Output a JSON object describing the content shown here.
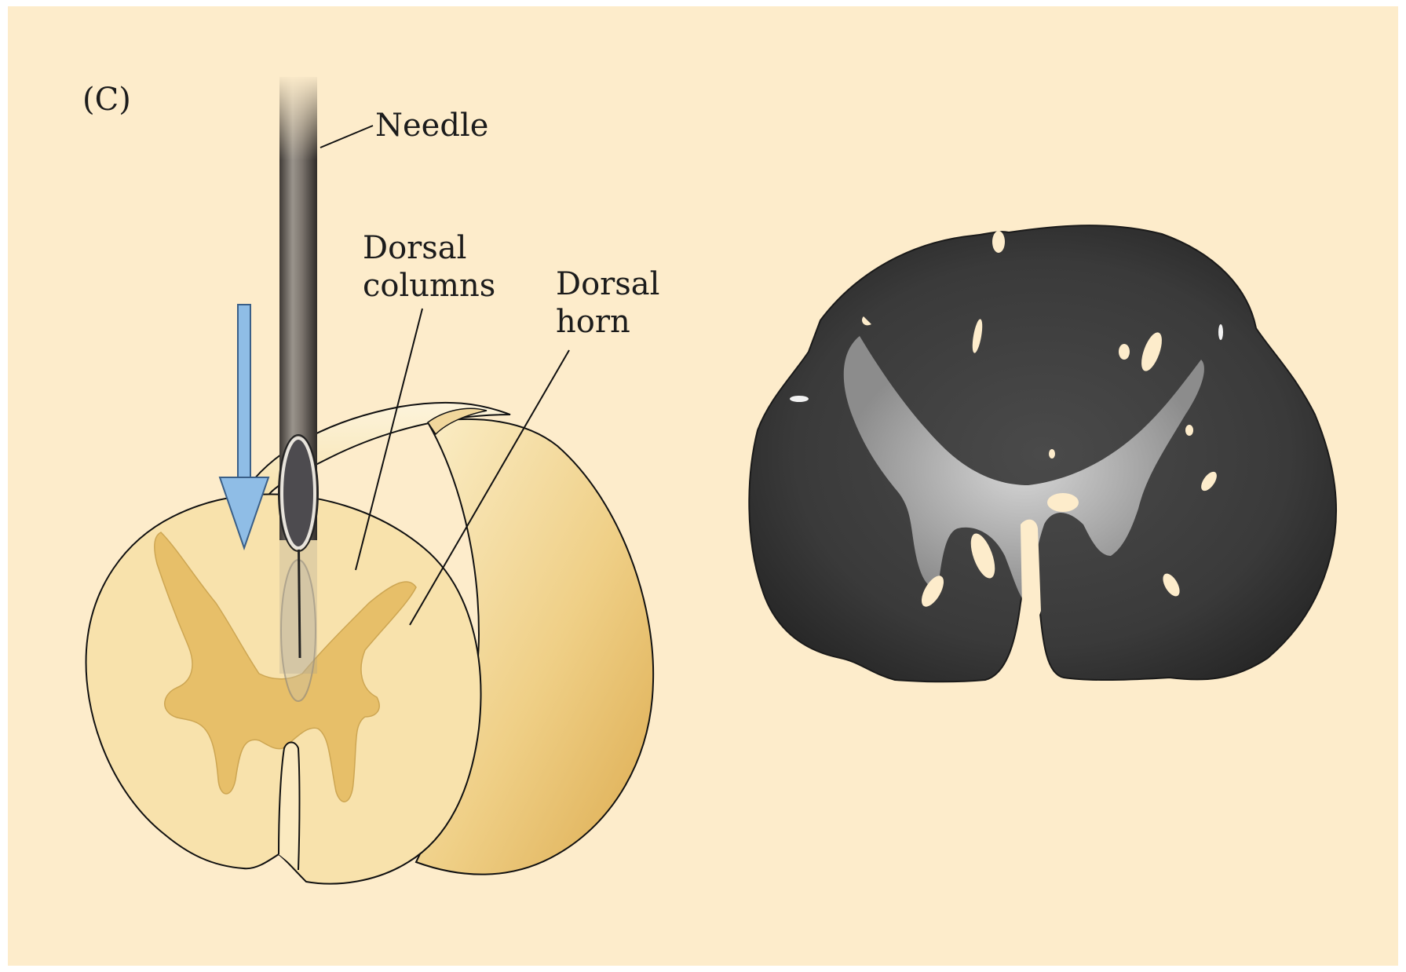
{
  "figure": {
    "panel_letter": "(C)",
    "labels": {
      "needle": "Needle",
      "dorsal_columns": "Dorsal\ncolumns",
      "dorsal_horn": "Dorsal\nhorn"
    },
    "colors": {
      "background": "#fdeccb",
      "cord_face": "#f8e2ac",
      "gray_matter": "#e6bc62",
      "cord_side": "#e5b55a",
      "arrow": "#8fbde6",
      "needle": "#6e6a66",
      "section_stain": "#3a3a3a"
    }
  }
}
